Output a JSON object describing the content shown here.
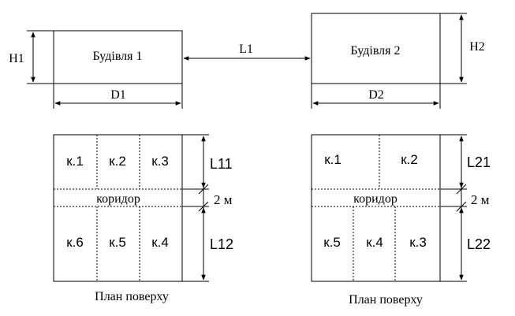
{
  "building1": {
    "label": "Будівля 1",
    "height_label": "H1",
    "width_label": "D1"
  },
  "building2": {
    "label": "Будівля 2",
    "height_label": "H2",
    "width_label": "D2"
  },
  "distance_label": "L1",
  "plan1": {
    "rooms_top": [
      "к.1",
      "к.2",
      "к.3"
    ],
    "rooms_bottom": [
      "к.6",
      "к.5",
      "к.4"
    ],
    "corridor": "коридор",
    "corridor_width": "2 м",
    "top_dim": "L11",
    "bottom_dim": "L12",
    "caption": "План поверху"
  },
  "plan2": {
    "rooms_top": [
      "к.1",
      "к.2"
    ],
    "rooms_bottom": [
      "к.5",
      "к.4",
      "к.3"
    ],
    "corridor": "коридор",
    "corridor_width": "2 м",
    "top_dim": "L21",
    "bottom_dim": "L22",
    "caption": "План поверху"
  }
}
